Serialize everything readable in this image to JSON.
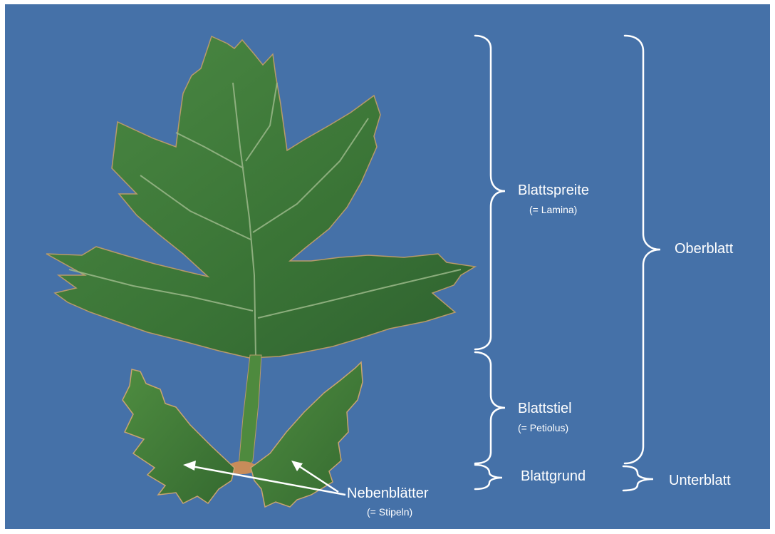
{
  "colors": {
    "background": "#4571a8",
    "leaf": "#3f7a3a",
    "leaf_dark": "#2c5a2a",
    "leaf_edge": "#c9a470",
    "stem_base": "#c88c5a",
    "labels": "#ffffff"
  },
  "labels": {
    "blattspreite": "Blattspreite",
    "lamina": "(= Lamina)",
    "blattstiel": "Blattstiel",
    "petiolus": "(= Petiolus)",
    "blattgrund": "Blattgrund",
    "oberblatt": "Oberblatt",
    "unterblatt": "Unterblatt",
    "nebenblaetter": "Nebenblätter",
    "stipeln": "(= Stipeln)"
  }
}
